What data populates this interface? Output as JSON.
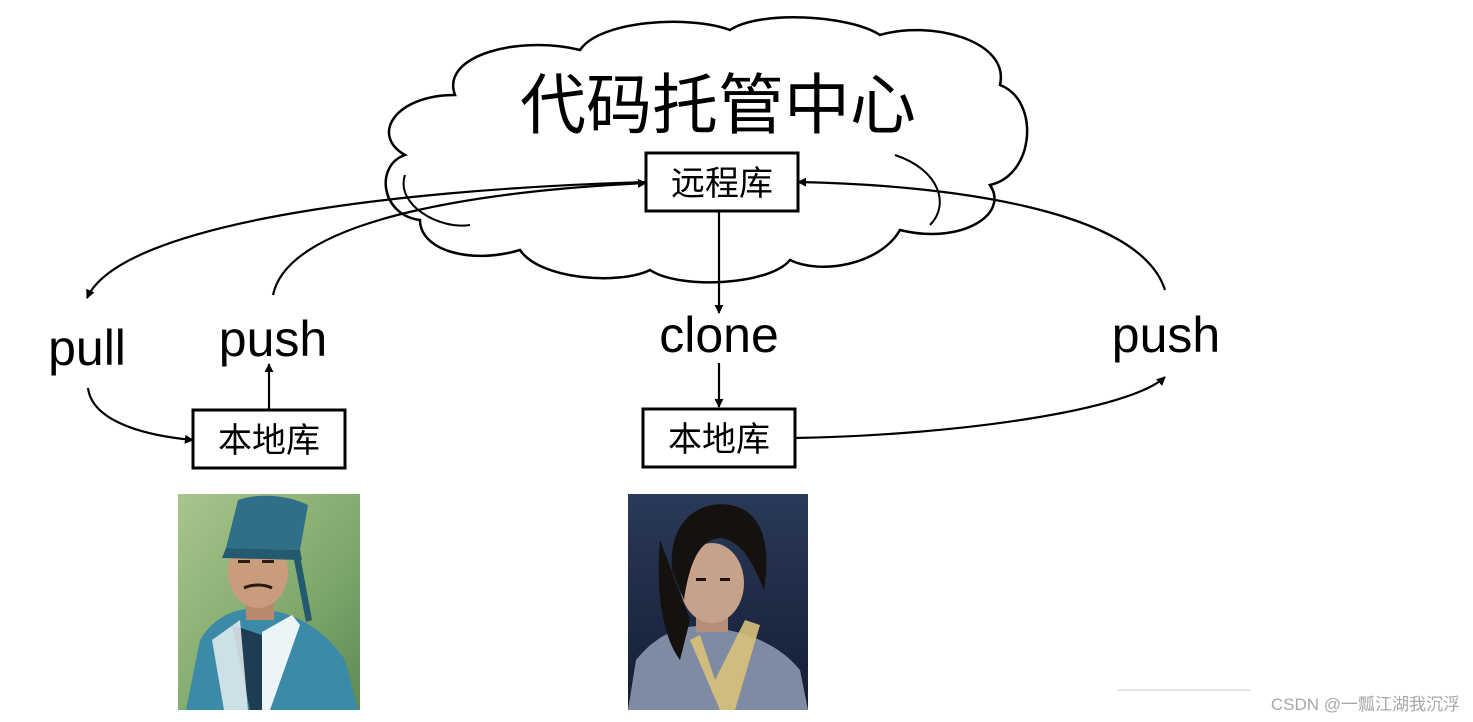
{
  "cloud": {
    "title": "代码托管中心"
  },
  "boxes": {
    "remote": "远程库",
    "local_left": "本地库",
    "local_center": "本地库"
  },
  "actions": {
    "pull": "pull",
    "push_left": "push",
    "clone": "clone",
    "push_right": "push"
  },
  "portraits": [
    {
      "name": "portrait-left",
      "colors": {
        "background": "#7fa86a",
        "robe": "#3b8aa8",
        "hat": "#2f6f88",
        "skin": "#c99d7c",
        "hair": "#1a1a1a"
      }
    },
    {
      "name": "portrait-center",
      "colors": {
        "background": "#1d2a44",
        "robe": "#7f8aa3",
        "skin": "#c7a28a",
        "hair": "#15110f"
      }
    }
  ],
  "watermark": "CSDN @一瓢江湖我沉浮",
  "colors": {
    "stroke": "#000000",
    "text": "#000000",
    "watermark": "#a8a8a8"
  }
}
